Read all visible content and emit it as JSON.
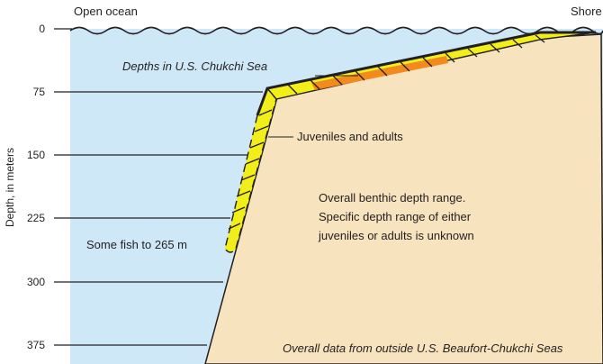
{
  "top_labels": {
    "left": "Open ocean",
    "right": "Shore"
  },
  "axis": {
    "ylabel": "Depth, in meters",
    "ticks": [
      "0",
      "75",
      "150",
      "225",
      "300",
      "375"
    ]
  },
  "annotations": {
    "chukchi_depths": "Depths in U.S. Chukchi Sea",
    "juveniles_adults": "Juveniles and adults",
    "benthic_line1": "Overall benthic depth range.",
    "benthic_line2": "Specific depth range of either",
    "benthic_line3": "juveniles or adults is unknown",
    "some_fish": "Some fish to 265 m",
    "data_source": "Overall data from outside U.S. Beaufort-Chukchi Seas"
  },
  "colors": {
    "water": "#cfe8f7",
    "seafloor": "#f7e3bd",
    "band_yellow": "#f2ee1a",
    "band_orange": "#f28a1e",
    "outline": "#231f20"
  }
}
